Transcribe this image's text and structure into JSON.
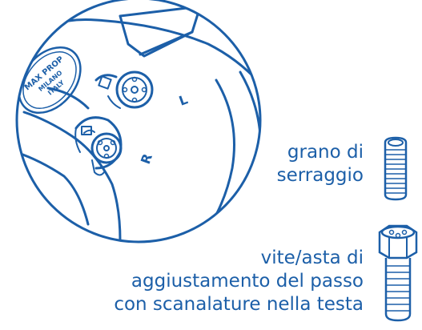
{
  "logo": {
    "line1": "MAX PROP",
    "line2": "MILANO",
    "line3": "ITALY"
  },
  "markings": {
    "left": "L",
    "right": "R"
  },
  "parts": {
    "set_screw": {
      "line1": "grano di",
      "line2": "serraggio"
    },
    "pitch_screw": {
      "line1": "vite/asta di",
      "line2": "aggiustamento del passo",
      "line3": "con scanalature nella testa"
    }
  },
  "colors": {
    "line": "#1c5fa8",
    "background": "#ffffff"
  }
}
